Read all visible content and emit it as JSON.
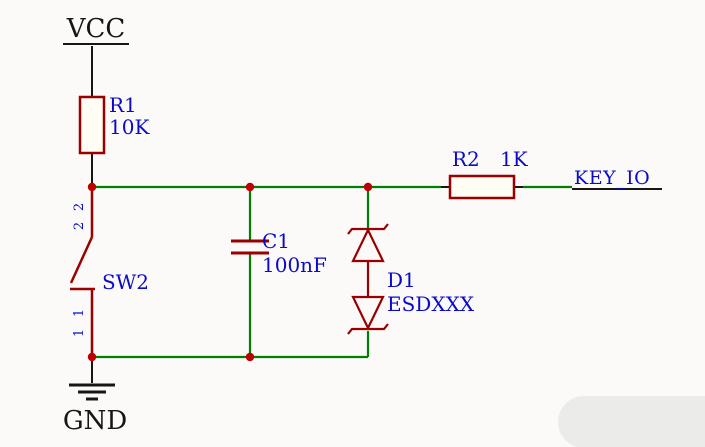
{
  "diagram": {
    "type": "circuit-schematic",
    "description": "Pull-up key input circuit with debounce capacitor and ESD protection diode"
  },
  "colors": {
    "wire": "#008000",
    "component": "#9a0000",
    "junction": "#c00000",
    "label": "#0a0ac8",
    "text": "#161616",
    "background": "#fbfaf8",
    "resistor_fill": "#fffdf4"
  },
  "power": {
    "vcc": "VCC",
    "gnd": "GND"
  },
  "net_label": "KEY_IO",
  "components": {
    "r1": {
      "ref": "R1",
      "value": "10K"
    },
    "r2": {
      "ref": "R2",
      "value": "1K"
    },
    "c1": {
      "ref": "C1",
      "value": "100nF"
    },
    "d1": {
      "ref": "D1",
      "value": "ESDXXX"
    },
    "sw2": {
      "ref": "SW2",
      "pins": {
        "top": [
          "2",
          "2"
        ],
        "bottom": [
          "1",
          "1"
        ]
      }
    }
  }
}
